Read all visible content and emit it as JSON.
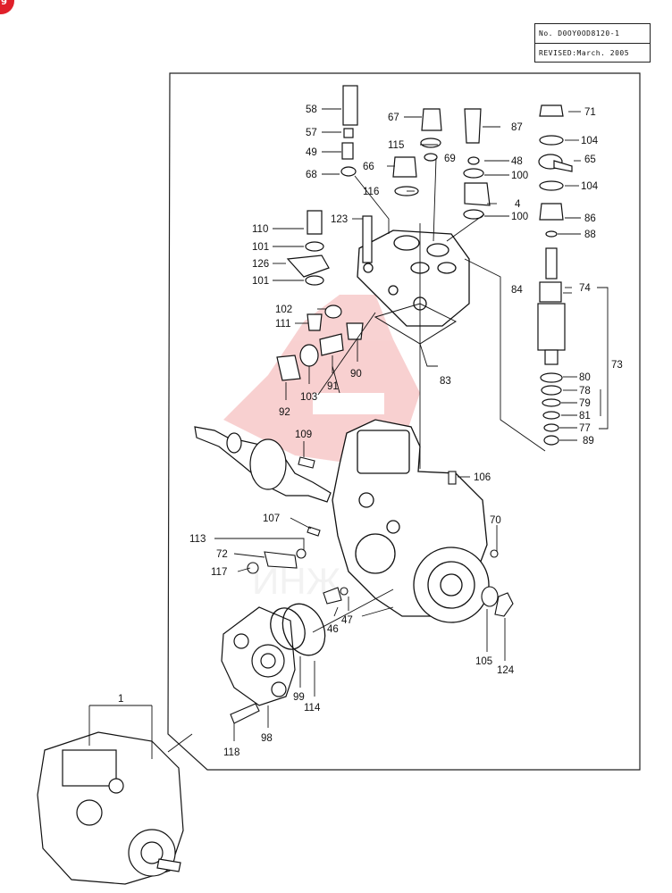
{
  "header": {
    "doc_number": "No. D0OY0OD8120-1",
    "revised": "REVISED:March. 2005",
    "badge": "9"
  },
  "watermark": "ИНЖ",
  "callouts": {
    "c1": "1",
    "c58": "58",
    "c57": "57",
    "c49": "49",
    "c68": "68",
    "c67": "67",
    "c115": "115",
    "c69": "69",
    "c66": "66",
    "c116": "116",
    "c87": "87",
    "c48": "48",
    "c100a": "100",
    "c4": "4",
    "c100b": "100",
    "c71": "71",
    "c104a": "104",
    "c65": "65",
    "c104b": "104",
    "c86": "86",
    "c88": "88",
    "c74": "74",
    "c84": "84",
    "c73": "73",
    "c80": "80",
    "c78": "78",
    "c79": "79",
    "c81": "81",
    "c77": "77",
    "c89": "89",
    "c110": "110",
    "c101a": "101",
    "c126": "126",
    "c101b": "101",
    "c123": "123",
    "c102": "102",
    "c111": "111",
    "c92": "92",
    "c103": "103",
    "c91": "91",
    "c90": "90",
    "c83": "83",
    "c109": "109",
    "c106": "106",
    "c107": "107",
    "c70": "70",
    "c113": "113",
    "c72": "72",
    "c117": "117",
    "c46": "46",
    "c47": "47",
    "c105": "105",
    "c124": "124",
    "c114": "114",
    "c99": "99",
    "c98": "98",
    "c118": "118"
  }
}
